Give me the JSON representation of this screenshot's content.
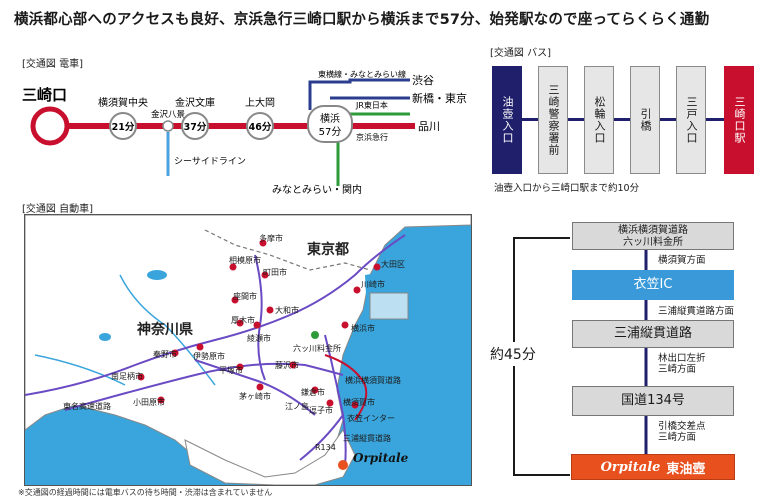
{
  "headline": "横浜都心部へのアクセスも良好、京浜急行三崎口駅から横浜まで57分、始発駅なので座ってらくらく通勤",
  "train": {
    "section_title": "[交通図 電車]",
    "origin": "三崎口",
    "stations": [
      {
        "name": "横須賀中央",
        "minutes": "21分"
      },
      {
        "name": "金沢文庫",
        "minutes": "37分"
      },
      {
        "name": "上大岡",
        "minutes": "46分"
      }
    ],
    "kanazawa_hakkei": "金沢八景",
    "seaside_line": "シーサイドライン",
    "yokohama": {
      "name": "横浜",
      "minutes": "57分"
    },
    "lines": {
      "toyoko": "東横線・みなとみらい線",
      "jr": "JR東日本",
      "keikyu": "京浜急行"
    },
    "destinations": {
      "shibuya": "渋谷",
      "shinbashi": "新橋・東京",
      "shinagawa": "品川",
      "minatomirai": "みなとみらい・関内"
    },
    "colors": {
      "keikyu": "#c8102e",
      "toyoko": "#2b3d8f",
      "jr": "#2e9b3a",
      "seaside": "#4aa3df"
    }
  },
  "bus": {
    "section_title": "[交通図 バス]",
    "stops": [
      "油壺入口",
      "三崎警察署前",
      "松輪入口",
      "引橋",
      "三戸入口",
      "三崎口駅"
    ],
    "note": "油壺入口から三崎口駅まで約10分",
    "colors": {
      "line": "#1f1f6b",
      "start": "#1f1f6b",
      "end": "#c8102e"
    }
  },
  "car": {
    "section_title": "[交通図 自動車]",
    "map": {
      "region_tokyo": "東京都",
      "region_kanagawa": "神奈川県",
      "cities": [
        "多摩市",
        "相模原市",
        "町田市",
        "大田区",
        "川崎市",
        "座間市",
        "大和市",
        "厚木市",
        "綾瀬市",
        "横浜市",
        "秦野市",
        "伊勢原市",
        "平塚市",
        "藤沢市",
        "南足柄市",
        "茅ヶ崎市",
        "江ノ島",
        "小田原市",
        "東名高速道路",
        "鎌倉市",
        "逗子市",
        "横須賀市"
      ],
      "roads": [
        "横浜横須賀道路",
        "衣笠インター",
        "三浦縦貫道路",
        "六ッ川料金所",
        "R134"
      ],
      "brand": "Orpitale"
    },
    "route": [
      {
        "label": "横浜横須賀道路\n六ッ川料金所"
      },
      {
        "label": "衣笠IC"
      },
      {
        "label": "三浦縦貫道路"
      },
      {
        "label": "国道134号"
      }
    ],
    "directions": [
      "横須賀方面",
      "三浦縦貫道路方面",
      "林出口左折\n三崎方面",
      "引橋交差点\n三崎方面"
    ],
    "destination": {
      "brand": "Orpitale",
      "name": "東油壺"
    },
    "total_time": "約45分",
    "footnote": "※交通図の経過時間には電車バスの待ち時間・渋滞は含まれていません",
    "colors": {
      "ic": "#3a9ad9",
      "destination": "#e8501e"
    }
  }
}
